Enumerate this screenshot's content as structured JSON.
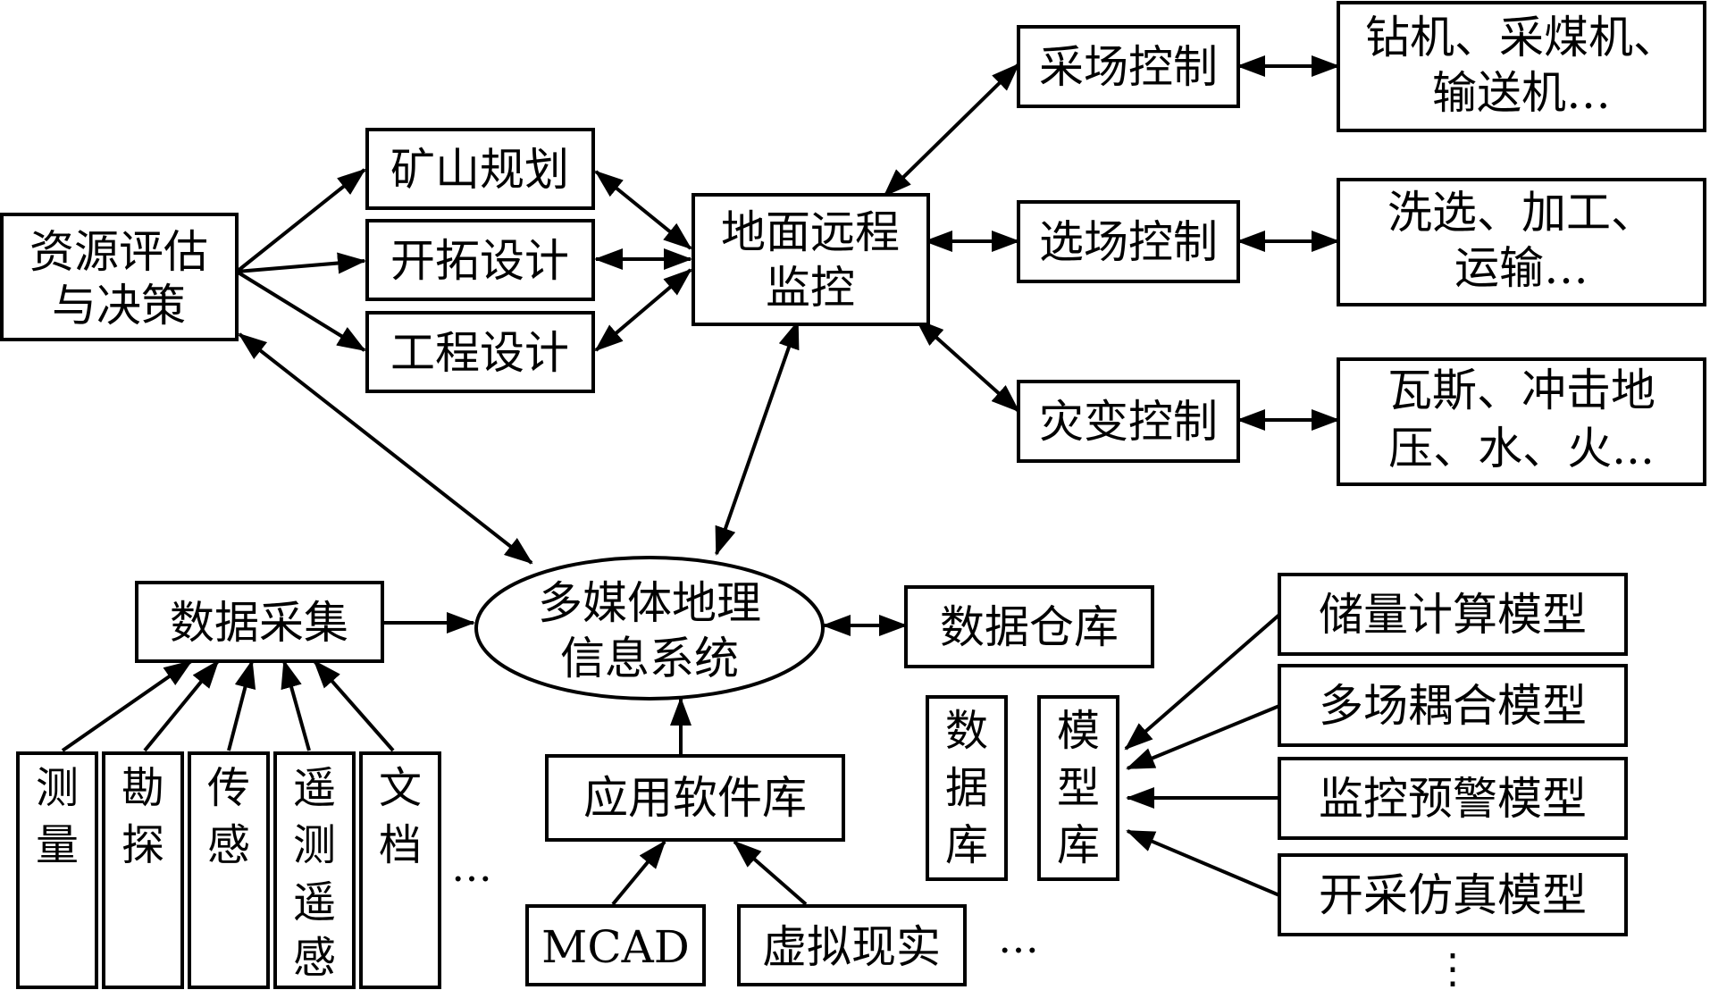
{
  "nodes": {
    "resource_eval": [
      "资源评估",
      "与决策"
    ],
    "mine_planning": "矿山规划",
    "development_design": "开拓设计",
    "engineering_design": "工程设计",
    "ground_remote_monitor": [
      "地面远程",
      "监控"
    ],
    "stope_control": "采场控制",
    "dressing_plant_control": "选场控制",
    "disaster_control": "灾变控制",
    "stope_equipment": [
      "钻机、采煤机、",
      "输送机…"
    ],
    "dressing_processes": [
      "洗选、加工、",
      "运输…"
    ],
    "disaster_types": [
      "瓦斯、冲击地",
      "压、水、火..."
    ],
    "multimedia_gis": [
      "多媒体地理",
      "信息系统"
    ],
    "data_acquisition": "数据采集",
    "data_warehouse": "数据仓库",
    "application_software_lib": "应用软件库",
    "mcad": "MCAD",
    "virtual_reality": "虚拟现实",
    "database": "数据库",
    "model_library": "模型库",
    "reserve_calc_model": "储量计算模型",
    "multifield_coupling_model": "多场耦合模型",
    "monitoring_warning_model": "监控预警模型",
    "mining_simulation_model": "开采仿真模型",
    "sources": [
      "测量",
      "勘探",
      "传感",
      "遥测遥感",
      "文档"
    ]
  },
  "ellipsis": {
    "horizontal": "…",
    "vertical": "⋮"
  },
  "edges": [
    {
      "from": "resource_eval",
      "to": "mine_planning",
      "type": "directed"
    },
    {
      "from": "resource_eval",
      "to": "development_design",
      "type": "directed"
    },
    {
      "from": "resource_eval",
      "to": "engineering_design",
      "type": "directed"
    },
    {
      "from": "mine_planning",
      "to": "ground_remote_monitor",
      "type": "bidirectional"
    },
    {
      "from": "development_design",
      "to": "ground_remote_monitor",
      "type": "bidirectional"
    },
    {
      "from": "engineering_design",
      "to": "ground_remote_monitor",
      "type": "bidirectional"
    },
    {
      "from": "ground_remote_monitor",
      "to": "stope_control",
      "type": "bidirectional"
    },
    {
      "from": "ground_remote_monitor",
      "to": "dressing_plant_control",
      "type": "bidirectional"
    },
    {
      "from": "ground_remote_monitor",
      "to": "disaster_control",
      "type": "bidirectional"
    },
    {
      "from": "stope_control",
      "to": "stope_equipment",
      "type": "bidirectional"
    },
    {
      "from": "dressing_plant_control",
      "to": "dressing_processes",
      "type": "bidirectional"
    },
    {
      "from": "disaster_control",
      "to": "disaster_types",
      "type": "bidirectional"
    },
    {
      "from": "resource_eval",
      "to": "multimedia_gis",
      "type": "bidirectional"
    },
    {
      "from": "ground_remote_monitor",
      "to": "multimedia_gis",
      "type": "bidirectional"
    },
    {
      "from": "data_acquisition",
      "to": "multimedia_gis",
      "type": "directed"
    },
    {
      "from": "multimedia_gis",
      "to": "data_warehouse",
      "type": "bidirectional"
    },
    {
      "from": "application_software_lib",
      "to": "multimedia_gis",
      "type": "directed"
    },
    {
      "from": "mcad",
      "to": "application_software_lib",
      "type": "directed"
    },
    {
      "from": "virtual_reality",
      "to": "application_software_lib",
      "type": "directed"
    },
    {
      "from": "sources",
      "to": "data_acquisition",
      "type": "directed"
    },
    {
      "from": "reserve_calc_model",
      "to": "model_library",
      "type": "directed"
    },
    {
      "from": "multifield_coupling_model",
      "to": "model_library",
      "type": "directed"
    },
    {
      "from": "monitoring_warning_model",
      "to": "model_library",
      "type": "directed"
    },
    {
      "from": "mining_simulation_model",
      "to": "model_library",
      "type": "directed"
    }
  ]
}
